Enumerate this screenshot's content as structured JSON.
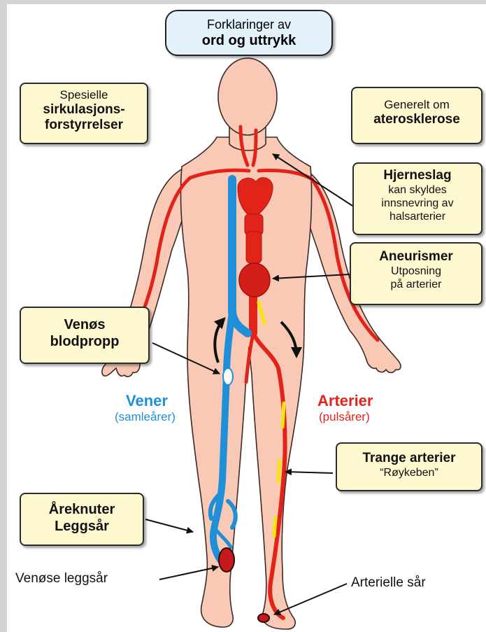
{
  "header": {
    "title_line1": "Forklaringer av",
    "title_line2": "ord og uttrykk"
  },
  "left_boxes": {
    "special": {
      "line1": "Spesielle",
      "line2": "sirkulasjons-",
      "line3": "forstyrrelser"
    },
    "thrombosis": {
      "line1": "Venøs",
      "line2": "blodpropp"
    },
    "varicose": {
      "line1": "Åreknuter",
      "line2": "Leggsår"
    }
  },
  "right_boxes": {
    "general": {
      "line1": "Generelt om",
      "line2": "aterosklerose"
    },
    "stroke": {
      "title": "Hjerneslag",
      "line1": "kan skyldes",
      "line2": "innsnevring av",
      "line3": "halsarterier"
    },
    "aneurysm": {
      "title": "Aneurismer",
      "line1": "Utposning",
      "line2": "på arterier"
    },
    "narrow": {
      "title": "Trange arterier",
      "line1": "“Røykeben”"
    }
  },
  "body_labels": {
    "veins_title": "Vener",
    "veins_sub": "(samleårer)",
    "arteries_title": "Arterier",
    "arteries_sub": "(pulsårer)",
    "venous_ulcer": "Venøse leggsår",
    "arterial_ulcer": "Arterielle sår"
  },
  "colors": {
    "box_fill": "#fdf8cf",
    "title_fill": "#e3f1fb",
    "skin": "#f9c9b5",
    "vein": "#1f8fd8",
    "artery": "#e2231a",
    "plaque": "#f4e60f"
  }
}
